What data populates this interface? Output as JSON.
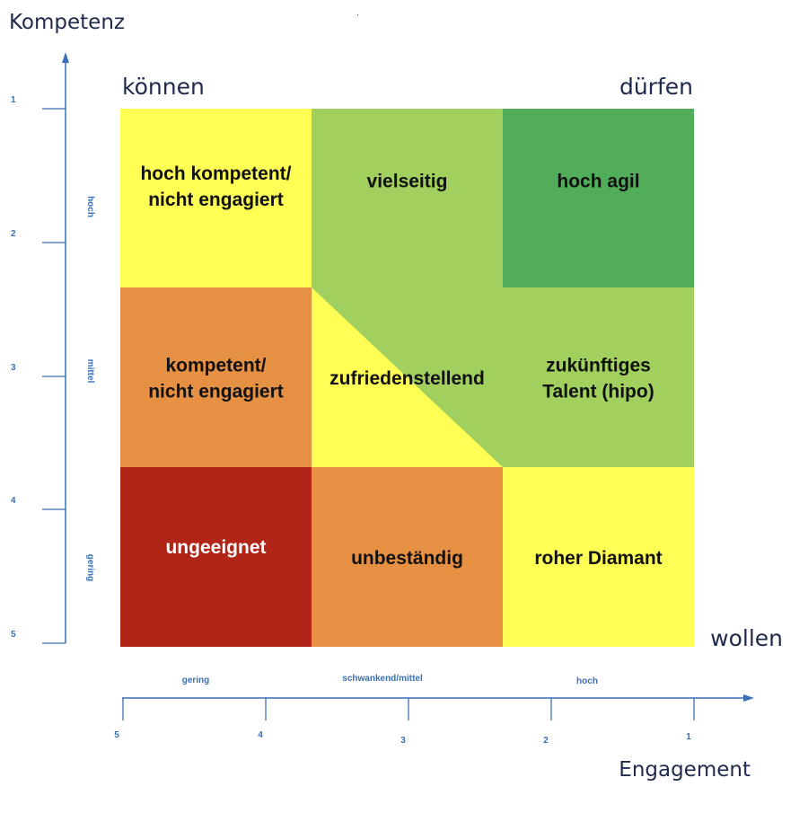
{
  "titles": {
    "y_axis": "Kompetenz",
    "x_axis": "Engagement",
    "top_left": "können",
    "top_right": "dürfen",
    "bottom_right": "wollen"
  },
  "y_axis": {
    "ticks": [
      "1",
      "2",
      "3",
      "4",
      "5"
    ],
    "bands": [
      "hoch",
      "mittel",
      "gering"
    ]
  },
  "x_axis": {
    "ticks": [
      "5",
      "4",
      "3",
      "2",
      "1"
    ],
    "bands": [
      "gering",
      "schwankend/mittel",
      "hoch"
    ]
  },
  "colors": {
    "axis": "#3a6fb5",
    "title": "#1f2a4d",
    "yellow": "#fefe55",
    "light_green": "#a1d05f",
    "dark_green": "#52ad5a",
    "orange": "#e69043",
    "red": "#b12418"
  },
  "cells": [
    {
      "row": 0,
      "col": 0,
      "fill": "yellow",
      "lines": [
        "hoch kompetent/",
        "nicht engagiert"
      ],
      "text_color": "#111111"
    },
    {
      "row": 0,
      "col": 1,
      "fill": "light_green",
      "lines": [
        "vielseitig"
      ],
      "text_color": "#111111"
    },
    {
      "row": 0,
      "col": 2,
      "fill": "dark_green",
      "lines": [
        "hoch agil"
      ],
      "text_color": "#111111"
    },
    {
      "row": 1,
      "col": 0,
      "fill": "orange",
      "lines": [
        "kompetent/",
        "nicht engagiert"
      ],
      "text_color": "#111111"
    },
    {
      "row": 1,
      "col": 1,
      "fill": "yellow",
      "lines": [
        "zufriedenstellend"
      ],
      "text_color": "#111111"
    },
    {
      "row": 1,
      "col": 2,
      "fill": "light_green",
      "lines": [
        "zukünftiges",
        "Talent (hipo)"
      ],
      "text_color": "#111111"
    },
    {
      "row": 2,
      "col": 0,
      "fill": "red",
      "lines": [
        "ungeeignet"
      ],
      "text_color": "#ffffff"
    },
    {
      "row": 2,
      "col": 1,
      "fill": "orange",
      "lines": [
        "unbeständig"
      ],
      "text_color": "#111111"
    },
    {
      "row": 2,
      "col": 2,
      "fill": "yellow",
      "lines": [
        "roher Diamant"
      ],
      "text_color": "#111111"
    }
  ]
}
